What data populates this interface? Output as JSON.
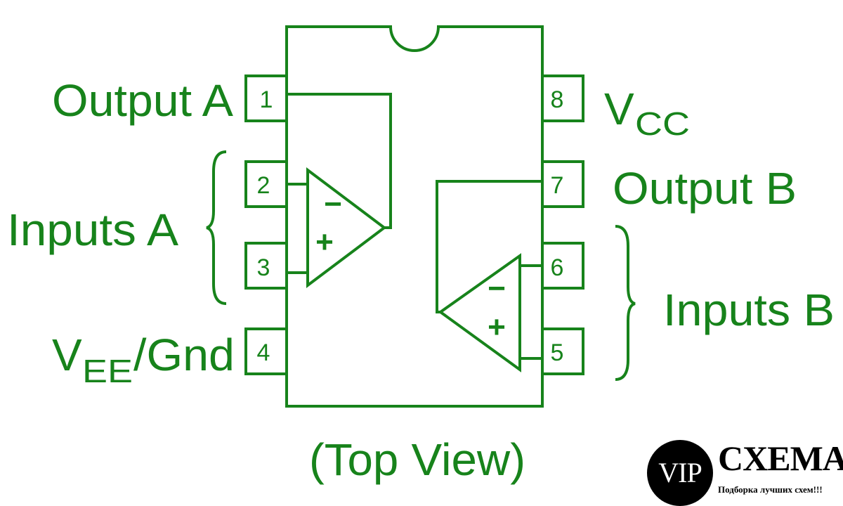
{
  "pins": [
    {
      "number": "1",
      "label": "Output A"
    },
    {
      "number": "2",
      "label": "Inputs A"
    },
    {
      "number": "3",
      "label": "Inputs A"
    },
    {
      "number": "4",
      "label_main": "V",
      "label_sub": "EE",
      "label_tail": "/Gnd"
    },
    {
      "number": "5",
      "label": "Inputs B"
    },
    {
      "number": "6",
      "label": "Inputs B"
    },
    {
      "number": "7",
      "label": "Output B"
    },
    {
      "number": "8",
      "label_main": "V",
      "label_sub": "CC"
    }
  ],
  "labels": {
    "output_a": "Output A",
    "inputs_a": "Inputs A",
    "vee_main": "V",
    "vee_sub": "EE",
    "vee_tail": "/Gnd",
    "vcc_main": "V",
    "vcc_sub": "CC",
    "output_b": "Output B",
    "inputs_b": "Inputs B",
    "view": "(Top View)"
  },
  "opamp_symbols": {
    "minus": "−",
    "plus": "+"
  },
  "watermark": {
    "badge": "VIP",
    "name": "CXEMA",
    "tagline": "Подборка лучших схем!!!"
  },
  "colors": {
    "diagram_green": "#17831b",
    "watermark_black": "#000000",
    "background": "#ffffff"
  }
}
